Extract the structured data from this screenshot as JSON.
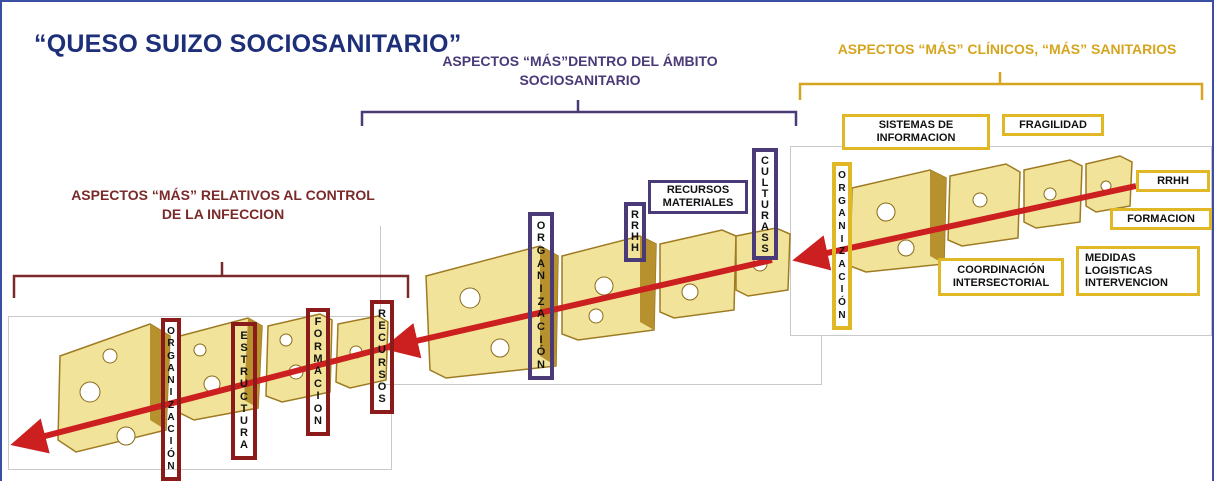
{
  "title": "“QUESO SUIZO SOCIOSANITARIO”",
  "groups": {
    "control": {
      "label_line1": "ASPECTOS “MÁS” RELATIVOS AL CONTROL",
      "label_line2": "DE LA INFECCION",
      "color": "#7a2a2a"
    },
    "sociosanitario": {
      "label_line1": "ASPECTOS “MÁS”DENTRO DEL ÁMBITO",
      "label_line2": "SOCIOSANITARIO",
      "color": "#4b3a78"
    },
    "clinicos": {
      "label": "ASPECTOS “MÁS” CLÍNICOS, “MÁS” SANITARIOS",
      "color": "#d6a520"
    }
  },
  "colors": {
    "cheese": "#f1e49a",
    "cheese_side": "#b8912f",
    "arrow": "#cc1f1f",
    "red_box": "#8b1a1a",
    "purple_box": "#4b3a78",
    "yellow_box": "#e0b825",
    "frame": "#3a4fa3"
  },
  "left_cluster": {
    "vertical_labels": [
      "ORGANIZACIÓN",
      "ESTRUCTURA",
      "FORMACION",
      "RECURSOS"
    ]
  },
  "middle_cluster": {
    "vertical_labels": [
      "ORGANIZACIÓN",
      "RRHH",
      "CULTURA SS"
    ],
    "box_recursos_line1": "RECURSOS",
    "box_recursos_line2": "MATERIALES"
  },
  "right_cluster": {
    "vertical_label": "ORGANIZACIÓN",
    "sistemas_line1": "SISTEMAS DE",
    "sistemas_line2": "INFORMACION",
    "fragilidad": "FRAGILIDAD",
    "rrhh": "RRHH",
    "formacion": "FORMACION",
    "coordinacion_line1": "COORDINACIÓN",
    "coordinacion_line2": "INTERSECTORIAL",
    "medidas_line1": "MEDIDAS",
    "medidas_line2": "LOGISTICAS",
    "medidas_line3": "INTERVENCION"
  }
}
